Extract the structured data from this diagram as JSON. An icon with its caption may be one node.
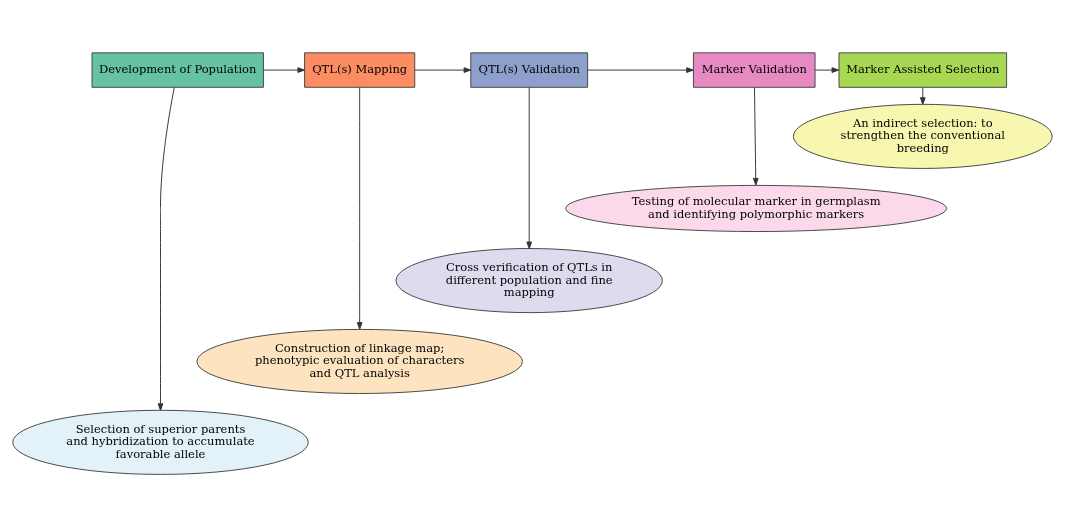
{
  "diagram": {
    "nodes": [
      {
        "text": [
          "Development of Population"
        ]
      },
      {
        "text": [
          "QTL(s) Mapping"
        ]
      },
      {
        "text": [
          "QTL(s) Validation"
        ]
      },
      {
        "text": [
          "Marker Validation"
        ]
      },
      {
        "text": [
          "Marker Assisted Selection"
        ]
      },
      {
        "text": [
          "An indirect selection: to strengthen the conventional breeding"
        ]
      },
      {
        "text": [
          "Testing of molecular marker in germplasm and identifying polymorphic markers"
        ]
      },
      {
        "text": [
          "Cross verification of QTLs in different population and fine mapping"
        ]
      },
      {
        "text": [
          "Construction of linkage map; phenotypic evaluation of characters and QTL analysis"
        ]
      },
      {
        "text": [
          "Selection of superior parents and hybridization to accumulate favorable allele"
        ]
      }
    ],
    "edges": [
      {
        "from": 0,
        "to": 1,
        "arrow": "to"
      },
      {
        "from": 1,
        "to": 2,
        "arrow": "to"
      },
      {
        "from": 2,
        "to": 3,
        "arrow": "to"
      },
      {
        "from": 3,
        "to": 4,
        "arrow": "to"
      },
      {
        "from": 4,
        "to": 5,
        "arrow": "to"
      },
      {
        "from": 3,
        "to": 6,
        "arrow": "to"
      },
      {
        "from": 2,
        "to": 7,
        "arrow": "to"
      },
      {
        "from": 1,
        "to": 8,
        "arrow": "to"
      },
      {
        "from": 0,
        "to": 9,
        "arrow": "to"
      }
    ]
  }
}
